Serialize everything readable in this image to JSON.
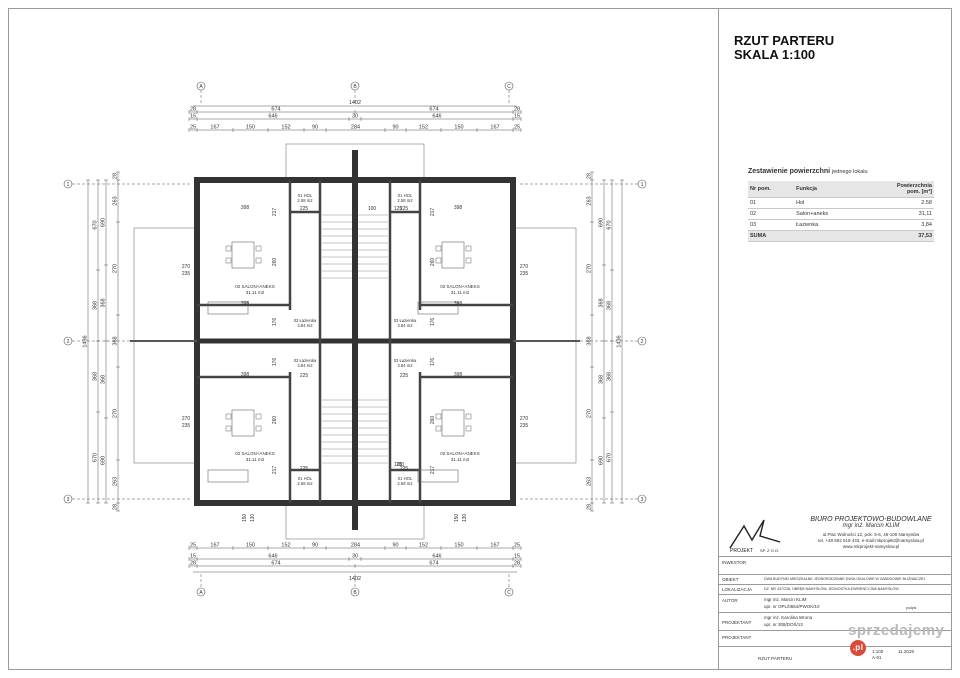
{
  "sheet": {
    "title_line1": "RZUT PARTERU",
    "title_line2": "SKALA 1:100"
  },
  "areas": {
    "caption": "Zestawienie powierzchni",
    "caption_small": "jednego lokalu",
    "col_nr": "Nr pom.",
    "col_func": "Funkcja",
    "col_area_1": "Powierzchnia",
    "col_area_2": "pom. [m²]",
    "rows": [
      {
        "nr": "01",
        "func": "Hol",
        "area": "2.58"
      },
      {
        "nr": "02",
        "func": "Salon+aneks",
        "area": "31,11"
      },
      {
        "nr": "03",
        "func": "Łazienka",
        "area": "3,84"
      }
    ],
    "sum_label": "SUMA",
    "sum_value": "37,53"
  },
  "titleblock": {
    "logo_text": "PROJEKT",
    "logo_sub": "SP. Z O.O.",
    "company": "BIURO PROJEKTOWO-BUDOWLANE",
    "owner": "mgr inż. Marcin KLIM",
    "address": "ul.Plac Wolności 12, pok. 5-6, 46-100 Namysłów",
    "contact": "tel. +48 692 519 433, e-mail:mkprojekt@namyslow.pl",
    "web": "www.mkprojekt-namyslow.pl",
    "investor_label": "INWESTOR",
    "object_label": "OBIEKT",
    "object_value": "DWA BUDYNKI MIESZKALNE JEDNORODZINNE DWULOKALOWE W ZABUDOWIE BLIŹNIACZEJ",
    "location_label": "LOKALIZACJA",
    "location_value": "DZ. NR 437/236, OBRĘB NAMYSŁÓW, JEDNOSTKA EWIDENCYJNA NAMYSŁÓW",
    "author_label": "AUTOR",
    "author_name": "mgr inż. Marcin KLIM",
    "author_perm": "upr. nr OPL/0654/PWOK/10",
    "designer_label": "PROJEKTANT",
    "designer_name": "mgr inż. Karolina Wrona",
    "designer_perm": "upr. nr 308/DOŚ/13",
    "designer2_label": "PROJEKTANT",
    "scale": "1:100",
    "date": "11.2019",
    "sheet_no": "A-01",
    "drawing_name": "RZUT PARTERU",
    "stamp": "podpis"
  },
  "watermark": {
    "text": "sprzedajemy",
    "tld": ".pl"
  },
  "plan": {
    "axes_cols": [
      "A",
      "B",
      "C"
    ],
    "axes_rows": [
      "1",
      "2",
      "3"
    ],
    "dim_top": {
      "total": "1402",
      "halves": [
        "674",
        "674"
      ],
      "mid": [
        "646",
        "30",
        "646"
      ],
      "ends": [
        "28",
        "28"
      ],
      "ends2": [
        "15",
        "15"
      ],
      "ends3": [
        "25",
        "25"
      ],
      "chain": [
        "167",
        "150",
        "152",
        "90",
        "284",
        "90",
        "152",
        "150",
        "167"
      ]
    },
    "dim_side": {
      "total": "1436",
      "upper": [
        "263",
        "270",
        "690",
        "670"
      ],
      "mid": "368",
      "lower": [
        "270",
        "263",
        "690",
        "670"
      ],
      "ends": [
        "28",
        "15",
        "25"
      ]
    },
    "rooms": {
      "salon": "02 SALON+ANEKS",
      "salon_area": "31.11 m2",
      "hol": "01 HOL",
      "hol_area": "2.58 m2",
      "laz": "03 Łazienka",
      "laz_area": "3.84 m2"
    },
    "inner_dims": {
      "d398": "398",
      "d225": "225",
      "d217": "217",
      "d260": "260",
      "d176": "176",
      "d125": "125",
      "d100": "100",
      "d270": "270",
      "d235": "235",
      "d150": "150",
      "d130": "130"
    }
  }
}
